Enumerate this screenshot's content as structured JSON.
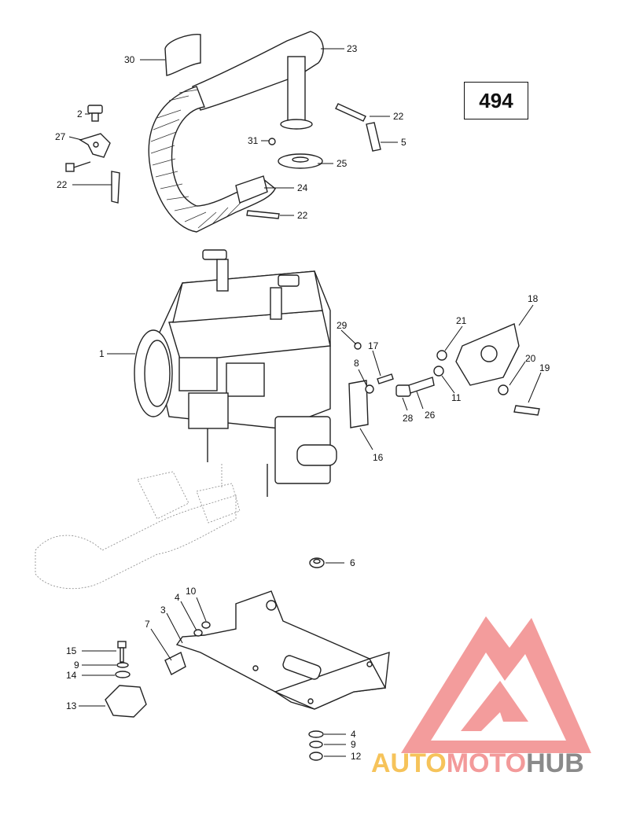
{
  "diagram": {
    "page_number": "494",
    "callouts": [
      {
        "id": "30",
        "label": "30"
      },
      {
        "id": "23",
        "label": "23"
      },
      {
        "id": "2",
        "label": "2"
      },
      {
        "id": "27",
        "label": "27"
      },
      {
        "id": "22a",
        "label": "22"
      },
      {
        "id": "31",
        "label": "31"
      },
      {
        "id": "22b",
        "label": "22"
      },
      {
        "id": "5",
        "label": "5"
      },
      {
        "id": "25",
        "label": "25"
      },
      {
        "id": "24",
        "label": "24"
      },
      {
        "id": "22c",
        "label": "22"
      },
      {
        "id": "18",
        "label": "18"
      },
      {
        "id": "1",
        "label": "1"
      },
      {
        "id": "29",
        "label": "29"
      },
      {
        "id": "17",
        "label": "17"
      },
      {
        "id": "21",
        "label": "21"
      },
      {
        "id": "20",
        "label": "20"
      },
      {
        "id": "19",
        "label": "19"
      },
      {
        "id": "8",
        "label": "8"
      },
      {
        "id": "11",
        "label": "11"
      },
      {
        "id": "28",
        "label": "28"
      },
      {
        "id": "26",
        "label": "26"
      },
      {
        "id": "16",
        "label": "16"
      },
      {
        "id": "6",
        "label": "6"
      },
      {
        "id": "10",
        "label": "10"
      },
      {
        "id": "4a",
        "label": "4"
      },
      {
        "id": "3",
        "label": "3"
      },
      {
        "id": "7",
        "label": "7"
      },
      {
        "id": "15",
        "label": "15"
      },
      {
        "id": "9a",
        "label": "9"
      },
      {
        "id": "14",
        "label": "14"
      },
      {
        "id": "13",
        "label": "13"
      },
      {
        "id": "4b",
        "label": "4"
      },
      {
        "id": "9b",
        "label": "9"
      },
      {
        "id": "12",
        "label": "12"
      }
    ]
  },
  "watermark": {
    "part1": "AUTO",
    "part2": "MOTO",
    "part3": "HUB",
    "colors": {
      "auto": "#f6c35a",
      "moto": "#f39a9a",
      "hub": "#8a8a8a",
      "logo": "#f28b8b"
    }
  }
}
